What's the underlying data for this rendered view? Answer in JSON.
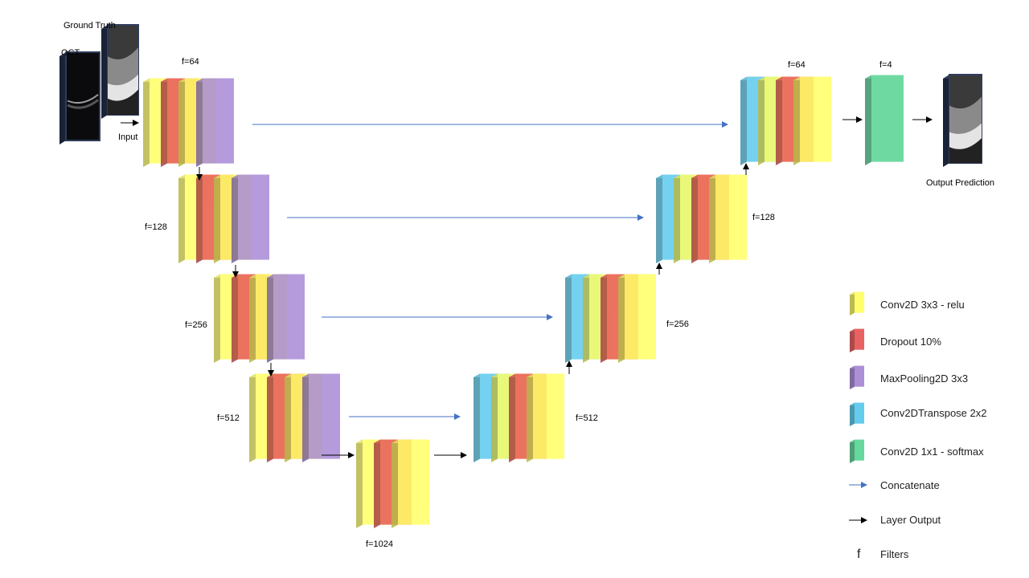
{
  "input_labels": {
    "ground_truth": "Ground Truth",
    "oct": "OCT",
    "input": "Input",
    "output_prediction": "Output Prediction"
  },
  "filter_labels": {
    "enc1": "f=64",
    "enc2": "f=128",
    "enc3": "f=256",
    "enc4": "f=512",
    "bottleneck": "f=1024",
    "dec4": "f=512",
    "dec3": "f=256",
    "dec2": "f=128",
    "dec1": "f=64",
    "output": "f=4"
  },
  "legend": {
    "conv_relu": "Conv2D 3x3 - relu",
    "dropout": "Dropout 10%",
    "maxpool": "MaxPooling2D 3x3",
    "transpose": "Conv2DTranspose 2x2",
    "softmax": "Conv2D 1x1 - softmax",
    "concatenate": "Concatenate",
    "layer_output": "Layer Output",
    "filters_symbol": "f",
    "filters": "Filters"
  },
  "colors": {
    "conv_relu": "#ffff66",
    "dropout": "#e85a5a",
    "maxpool": "#a98ad6",
    "transpose": "#5ccbee",
    "softmax": "#5fd699",
    "concatenate_arrow": "#4472c4",
    "layer_output_arrow": "#000000"
  }
}
